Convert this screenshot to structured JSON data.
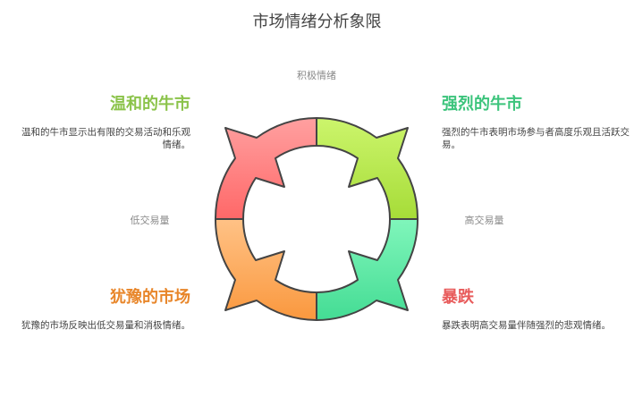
{
  "title": "市场情绪分析象限",
  "axes": {
    "top": "积极情绪",
    "left": "低交易量",
    "right": "高交易量"
  },
  "quadrants": [
    {
      "id": "top-left",
      "title": "温和的牛市",
      "description": "温和的牛市显示出有限的交易活动和乐观情绪。",
      "color": "#8bc34a",
      "fill_top": "#ffa0a0",
      "fill_bottom": "#ff6868"
    },
    {
      "id": "top-right",
      "title": "强烈的牛市",
      "description": "强烈的牛市表明市场参与者高度乐观且活跃交易。",
      "color": "#3cc47c",
      "fill_top": "#ccf56c",
      "fill_bottom": "#a6dc38"
    },
    {
      "id": "bottom-left",
      "title": "犹豫的市场",
      "description": "犹豫的市场反映出低交易量和消极情绪。",
      "color": "#e8862a",
      "fill_top": "#ffc286",
      "fill_bottom": "#fa983e"
    },
    {
      "id": "bottom-right",
      "title": "暴跌",
      "description": "暴跌表明高交易量伴随强烈的悲观情绪。",
      "color": "#e85b5b",
      "fill_top": "#80f6bb",
      "fill_bottom": "#44dc94"
    }
  ]
}
